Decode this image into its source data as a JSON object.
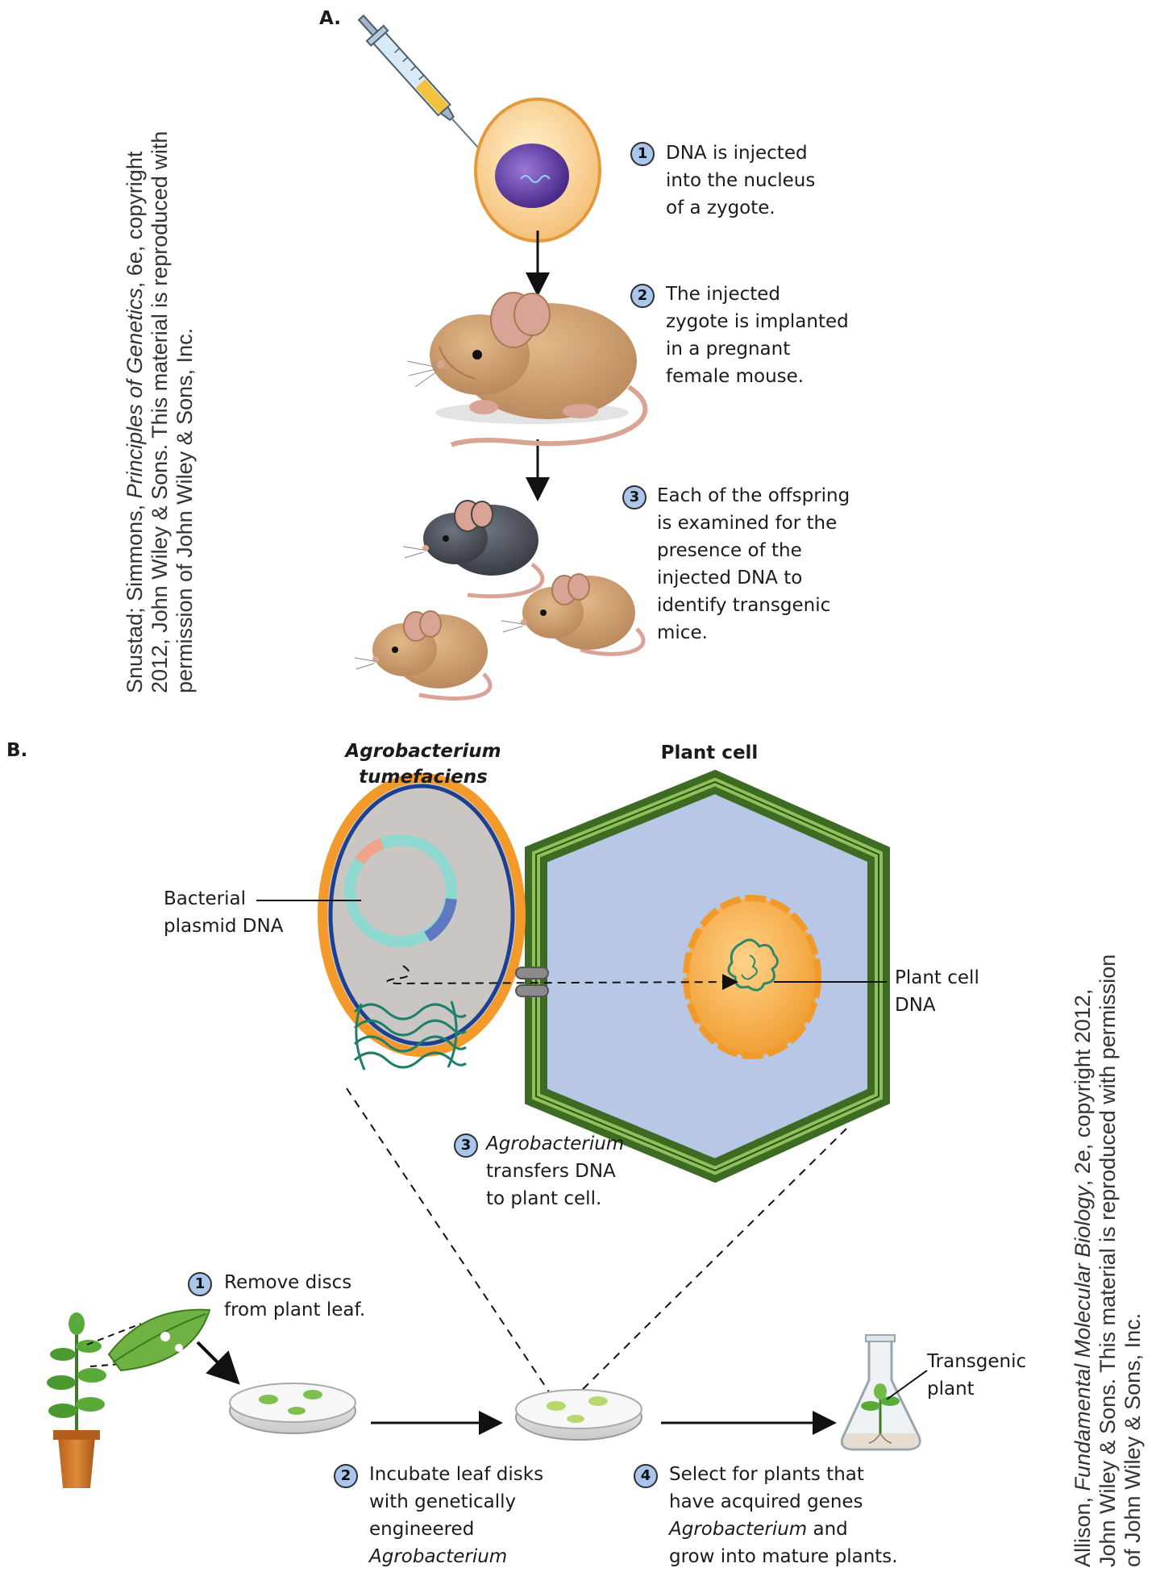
{
  "panels": {
    "a": "A.",
    "b": "B."
  },
  "panel_a": {
    "steps": [
      {
        "num": "1",
        "lines": [
          "DNA is injected",
          "into the nucleus",
          "of a zygote."
        ]
      },
      {
        "num": "2",
        "lines": [
          "The injected",
          "zygote is implanted",
          "in a pregnant",
          "female mouse."
        ]
      },
      {
        "num": "3",
        "lines": [
          "Each of the offspring",
          "is examined for the",
          "presence of the",
          "injected DNA to",
          "identify transgenic",
          "mice."
        ]
      }
    ]
  },
  "panel_b": {
    "bacterium_title": [
      "Agrobacterium",
      "tumefaciens"
    ],
    "plant_cell_title": "Plant cell",
    "plasmid_label": [
      "Bacterial",
      "plasmid DNA"
    ],
    "plant_dna_label": [
      "Plant cell",
      "DNA"
    ],
    "transgenic_label": [
      "Transgenic",
      "plant"
    ],
    "steps": {
      "s1": {
        "num": "1",
        "lines": [
          "Remove discs",
          "from plant leaf."
        ]
      },
      "s2": {
        "num": "2",
        "lines": [
          "Incubate leaf disks",
          "with  genetically",
          "engineered"
        ],
        "italic_line": "Agrobacterium"
      },
      "s3": {
        "num": "3",
        "italic_first": "Agrobacterium",
        "lines": [
          "transfers DNA",
          "to plant cell."
        ]
      },
      "s4": {
        "num": "4",
        "lines": [
          "Select for plants that",
          "have acquired genes"
        ],
        "line3_italic": "Agrobacterium",
        "line3_suffix": " and",
        "line4": "grow into mature plants."
      }
    }
  },
  "credits": {
    "left": [
      "Snustad; Simmons,",
      "Principles of Genetics",
      ", 6e, copyright",
      "2012, John Wiley & Sons. This material is reproduced with",
      "permission of John Wiley & Sons, Inc."
    ],
    "right": [
      "Allison,",
      "Fundamental Molecular Biology",
      ", 2e, copyright 2012,",
      "John Wiley & Sons. This material is reproduced with permission",
      "of John Wiley & Sons, Inc."
    ]
  }
}
